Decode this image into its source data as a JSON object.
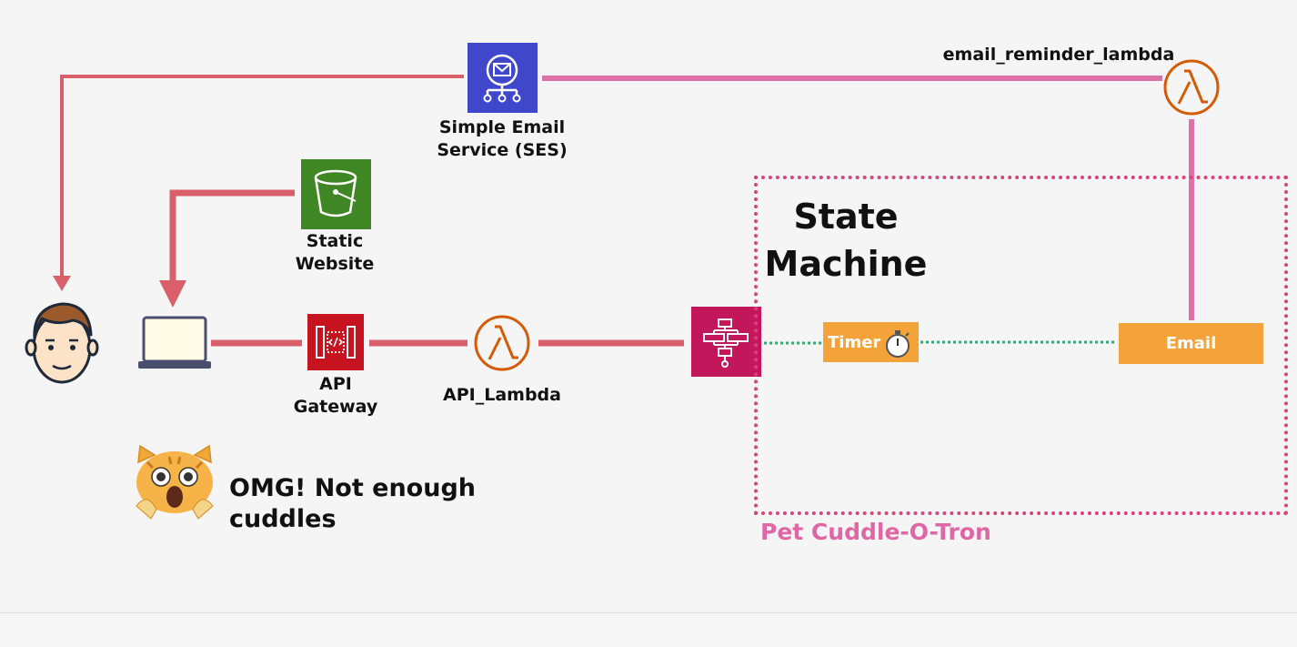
{
  "nodes": {
    "ses": {
      "label": "Simple Email\nService (SES)",
      "icon": "ses-icon",
      "color": "#3f48cc"
    },
    "s3": {
      "label": "Static\nWebsite",
      "icon": "s3-bucket-icon",
      "color": "#3f8624"
    },
    "apigw": {
      "label": "API\nGateway",
      "icon": "api-gateway-icon",
      "color": "#c7131f"
    },
    "api_lambda": {
      "label": "API_Lambda",
      "icon": "lambda-icon",
      "color": "#d45b07"
    },
    "email_lambda": {
      "label": "email_reminder_lambda",
      "icon": "lambda-icon",
      "color": "#d45b07"
    },
    "step_functions": {
      "icon": "step-functions-icon",
      "color": "#c2185b"
    },
    "user": {
      "icon": "user-face-icon"
    },
    "laptop": {
      "icon": "laptop-icon"
    },
    "cat": {
      "icon": "shocked-cat-icon"
    }
  },
  "state_machine": {
    "title": "State\nMachine",
    "caption": "Pet Cuddle-O-Tron",
    "border_color": "#d94379",
    "caption_color": "#e066a6"
  },
  "timer": {
    "label": "Timer",
    "icon": "stopwatch-icon",
    "color": "#f4a23a"
  },
  "email_step": {
    "label": "Email",
    "color": "#f4a23a"
  },
  "cat_caption": "OMG! Not enough cuddles",
  "colors": {
    "red_line": "#d95f6a",
    "pink_line": "#e070a8",
    "green_dots": "#3aa676"
  }
}
